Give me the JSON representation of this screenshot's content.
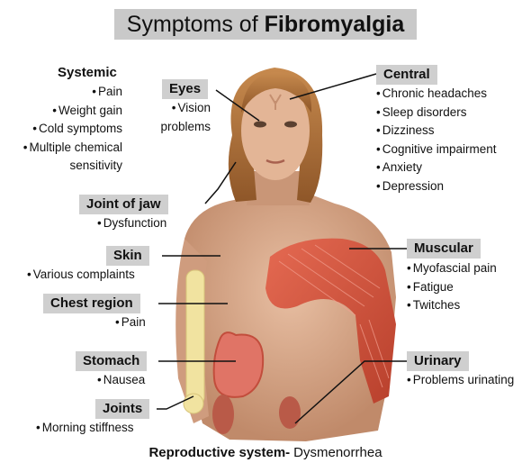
{
  "title": {
    "prefix": "Symptoms of",
    "emphasis": "Fibromyalgia"
  },
  "groups": {
    "systemic": {
      "heading": "Systemic",
      "items": [
        "Pain",
        "Weight gain",
        "Cold symptoms",
        "Multiple chemical",
        "sensitivity"
      ]
    },
    "eyes": {
      "heading": "Eyes",
      "items": [
        "Vision",
        "problems"
      ]
    },
    "central": {
      "heading": "Central",
      "items": [
        "Chronic headaches",
        "Sleep disorders",
        "Dizziness",
        "Cognitive impairment",
        "Anxiety",
        "Depression"
      ]
    },
    "jaw": {
      "heading": "Joint of jaw",
      "items": [
        "Dysfunction"
      ]
    },
    "skin": {
      "heading": "Skin",
      "items": [
        "Various complaints"
      ]
    },
    "muscular": {
      "heading": "Muscular",
      "items": [
        "Myofascial pain",
        "Fatigue",
        "Twitches"
      ]
    },
    "chest": {
      "heading": "Chest region",
      "items": [
        "Pain"
      ]
    },
    "stomach": {
      "heading": "Stomach",
      "items": [
        "Nausea"
      ]
    },
    "urinary": {
      "heading": "Urinary",
      "items": [
        "Problems urinating"
      ]
    },
    "joints": {
      "heading": "Joints",
      "items": [
        "Morning stiffness"
      ]
    }
  },
  "footer": {
    "heading": "Reproductive system-",
    "text": "Dysmenorrhea"
  },
  "colors": {
    "label_bg": "#cfcfcf",
    "title_bg": "#c9c9c9",
    "skin": "#d9a98a",
    "muscle": "#d9553e",
    "hair": "#a86a38"
  }
}
